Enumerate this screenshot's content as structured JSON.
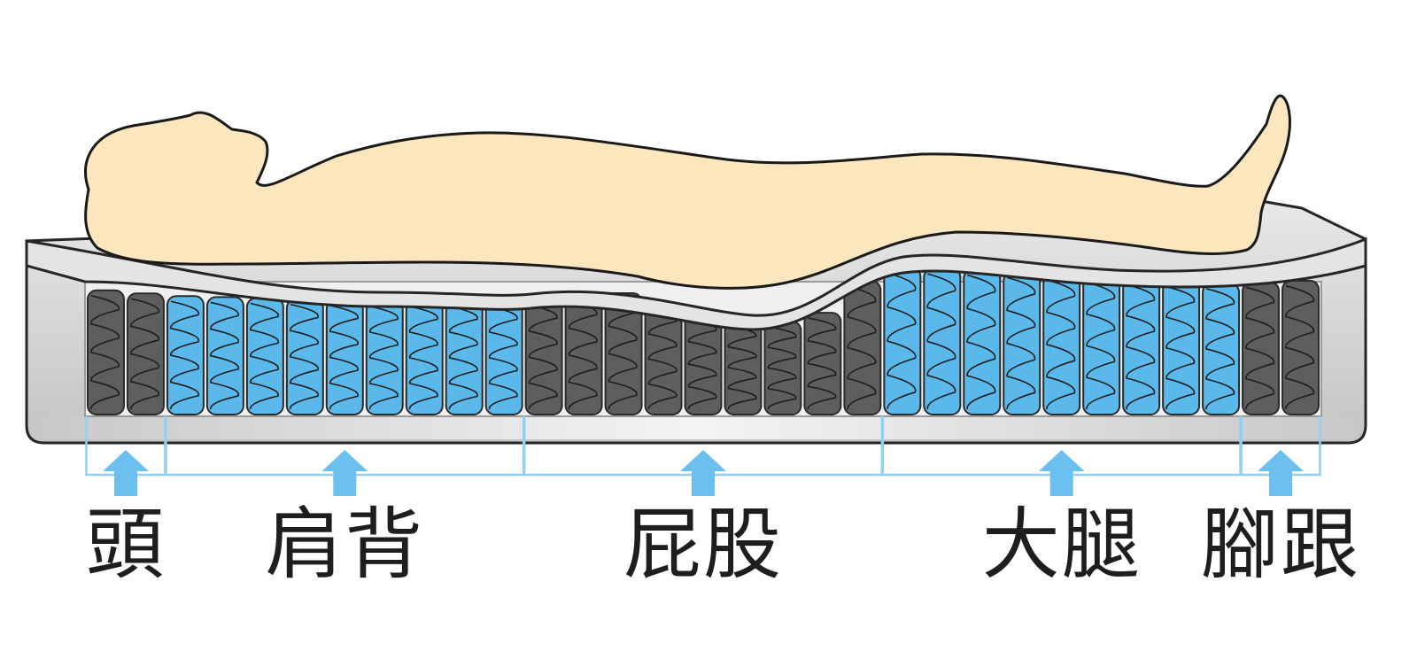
{
  "zones": [
    {
      "key": "head",
      "label": "頭",
      "firmness": "firm",
      "coils": 2
    },
    {
      "key": "shoulders",
      "label": "肩背",
      "firmness": "soft",
      "coils": 9
    },
    {
      "key": "hips",
      "label": "屁股",
      "firmness": "firm",
      "coils": 9
    },
    {
      "key": "thighs",
      "label": "大腿",
      "firmness": "soft",
      "coils": 9
    },
    {
      "key": "feet",
      "label": "腳跟",
      "firmness": "firm",
      "coils": 2
    }
  ],
  "colors": {
    "firm_coil": "#5e5e5e",
    "soft_coil": "#5ab9ea",
    "body_fill": "#fbe6bd",
    "arrow": "#6cc0ef",
    "frame": "#d6d6d6",
    "bracket": "#8fd0f3"
  },
  "icons": {
    "arrow": "up-arrow-icon",
    "person": "lying-person-icon"
  }
}
